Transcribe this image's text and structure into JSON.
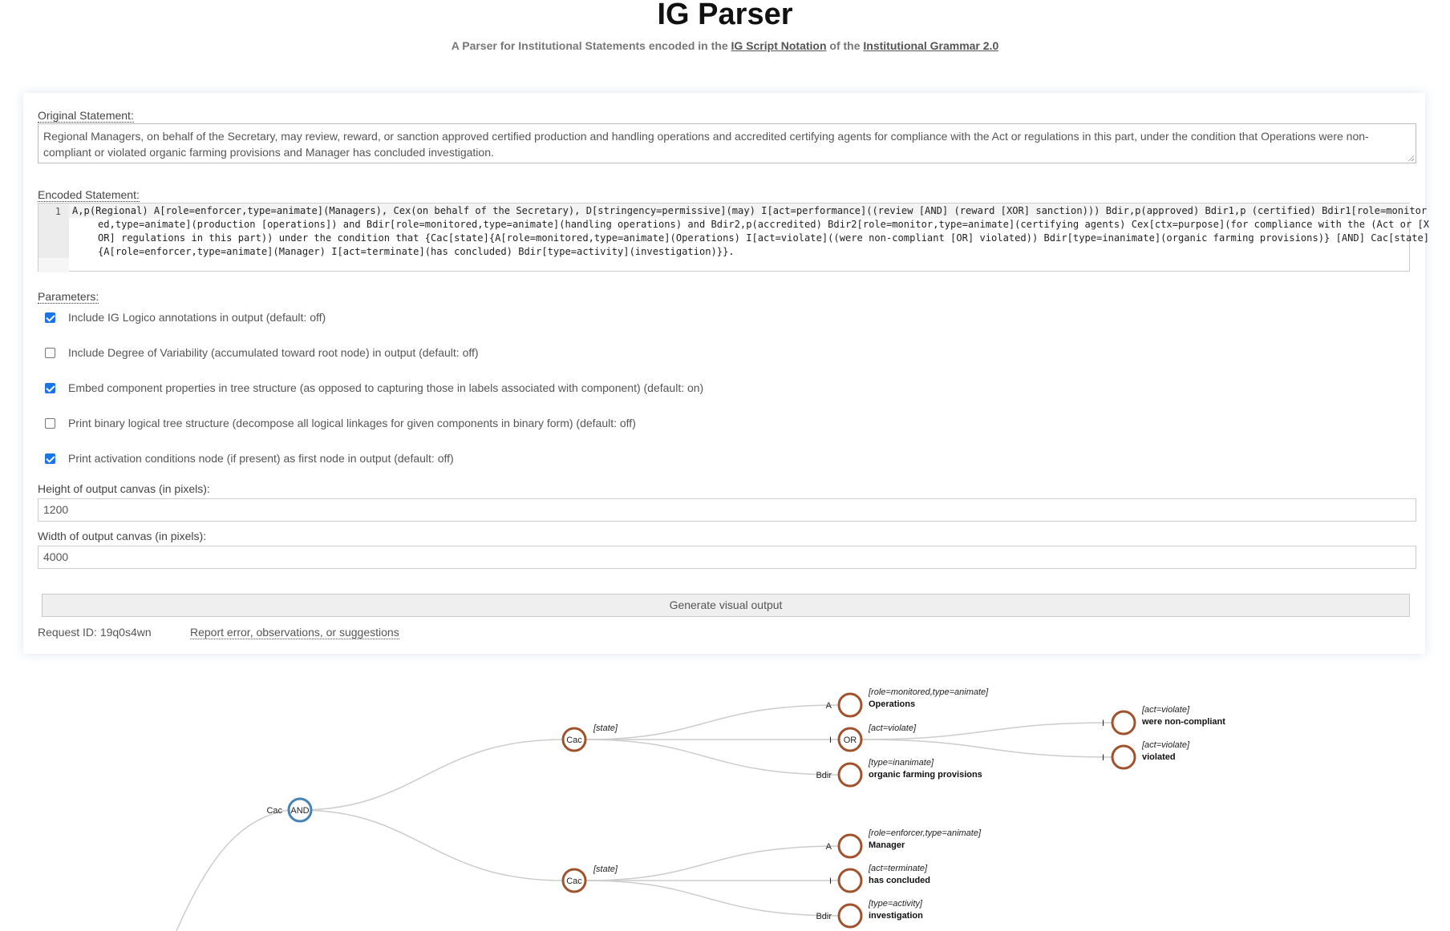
{
  "header": {
    "title": "IG Parser",
    "subtitle_pre": "A Parser for Institutional Statements encoded in the ",
    "link_notation": "IG Script Notation",
    "subtitle_mid": " of the ",
    "link_grammar": "Institutional Grammar 2.0"
  },
  "original": {
    "label": "Original Statement:",
    "text": "Regional Managers, on behalf of the Secretary, may review, reward, or sanction approved certified production and handling operations and accredited certifying agents for compliance with the Act or regulations in this part, under the condition that Operations were non-compliant or violated organic farming provisions and Manager has concluded investigation."
  },
  "encoded": {
    "label": "Encoded Statement:",
    "line_number": "1",
    "text": "A,p(Regional) A[role=enforcer,type=animate](Managers), Cex(on behalf of the Secretary), D[stringency=permissive](may) I[act=performance]((review [AND] (reward [XOR] sanction))) Bdir,p(approved) Bdir1,p (certified) Bdir1[role=monitored,type=animate](production [operations]) and Bdir[role=monitored,type=animate](handling operations) and Bdir2,p(accredited) Bdir2[role=monitor,type=animate](certifying agents) Cex[ctx=purpose](for compliance with the (Act or [XOR] regulations in this part)) under the condition that {Cac[state]{A[role=monitored,type=animate](Operations) I[act=violate]((were non-compliant [OR] violated)) Bdir[type=inanimate](organic farming provisions)} [AND] Cac[state]{A[role=enforcer,type=animate](Manager) I[act=terminate](has concluded) Bdir[type=activity](investigation)}}."
  },
  "parameters": {
    "label": "Parameters:",
    "options": [
      {
        "label": "Include IG Logico annotations in output (default: off)",
        "checked": true
      },
      {
        "label": "Include Degree of Variability (accumulated toward root node) in output (default: off)",
        "checked": false
      },
      {
        "label": "Embed component properties in tree structure (as opposed to capturing those in labels associated with component) (default: on)",
        "checked": true
      },
      {
        "label": "Print binary logical tree structure (decompose all logical linkages for given components in binary form) (default: off)",
        "checked": false
      },
      {
        "label": "Print activation conditions node (if present) as first node in output (default: off)",
        "checked": true
      }
    ]
  },
  "canvas": {
    "height_label": "Height of output canvas (in pixels):",
    "height_value": "1200",
    "width_label": "Width of output canvas (in pixels):",
    "width_value": "4000"
  },
  "actions": {
    "generate_label": "Generate visual output",
    "request_id": "Request ID: 19q0s4wn",
    "report_label": "Report error, observations, or suggestions"
  },
  "tree": {
    "root": {
      "left_label": "Cac",
      "node_text": "AND"
    },
    "cac1": {
      "node_text": "Cac",
      "prop": "[state]"
    },
    "cac2": {
      "node_text": "Cac",
      "prop": "[state]"
    },
    "n_ops": {
      "edge": "A",
      "prop": "[role=monitored,type=animate]",
      "value": "Operations"
    },
    "n_or": {
      "edge": "I",
      "node_text": "OR",
      "prop": "[act=violate]"
    },
    "n_ofp": {
      "edge": "Bdir",
      "prop": "[type=inanimate]",
      "value": "organic farming provisions"
    },
    "n_wnc": {
      "edge": "I",
      "prop": "[act=violate]",
      "value": "were non-compliant"
    },
    "n_vio": {
      "edge": "I",
      "prop": "[act=violate]",
      "value": "violated"
    },
    "n_mgr": {
      "edge": "A",
      "prop": "[role=enforcer,type=animate]",
      "value": "Manager"
    },
    "n_hc": {
      "edge": "I",
      "prop": "[act=terminate]",
      "value": "has concluded"
    },
    "n_inv": {
      "edge": "Bdir",
      "prop": "[type=activity]",
      "value": "investigation"
    },
    "colors": {
      "root_stroke": "#4682b4",
      "node_stroke": "#a0522d",
      "link": "#cccccc"
    }
  }
}
